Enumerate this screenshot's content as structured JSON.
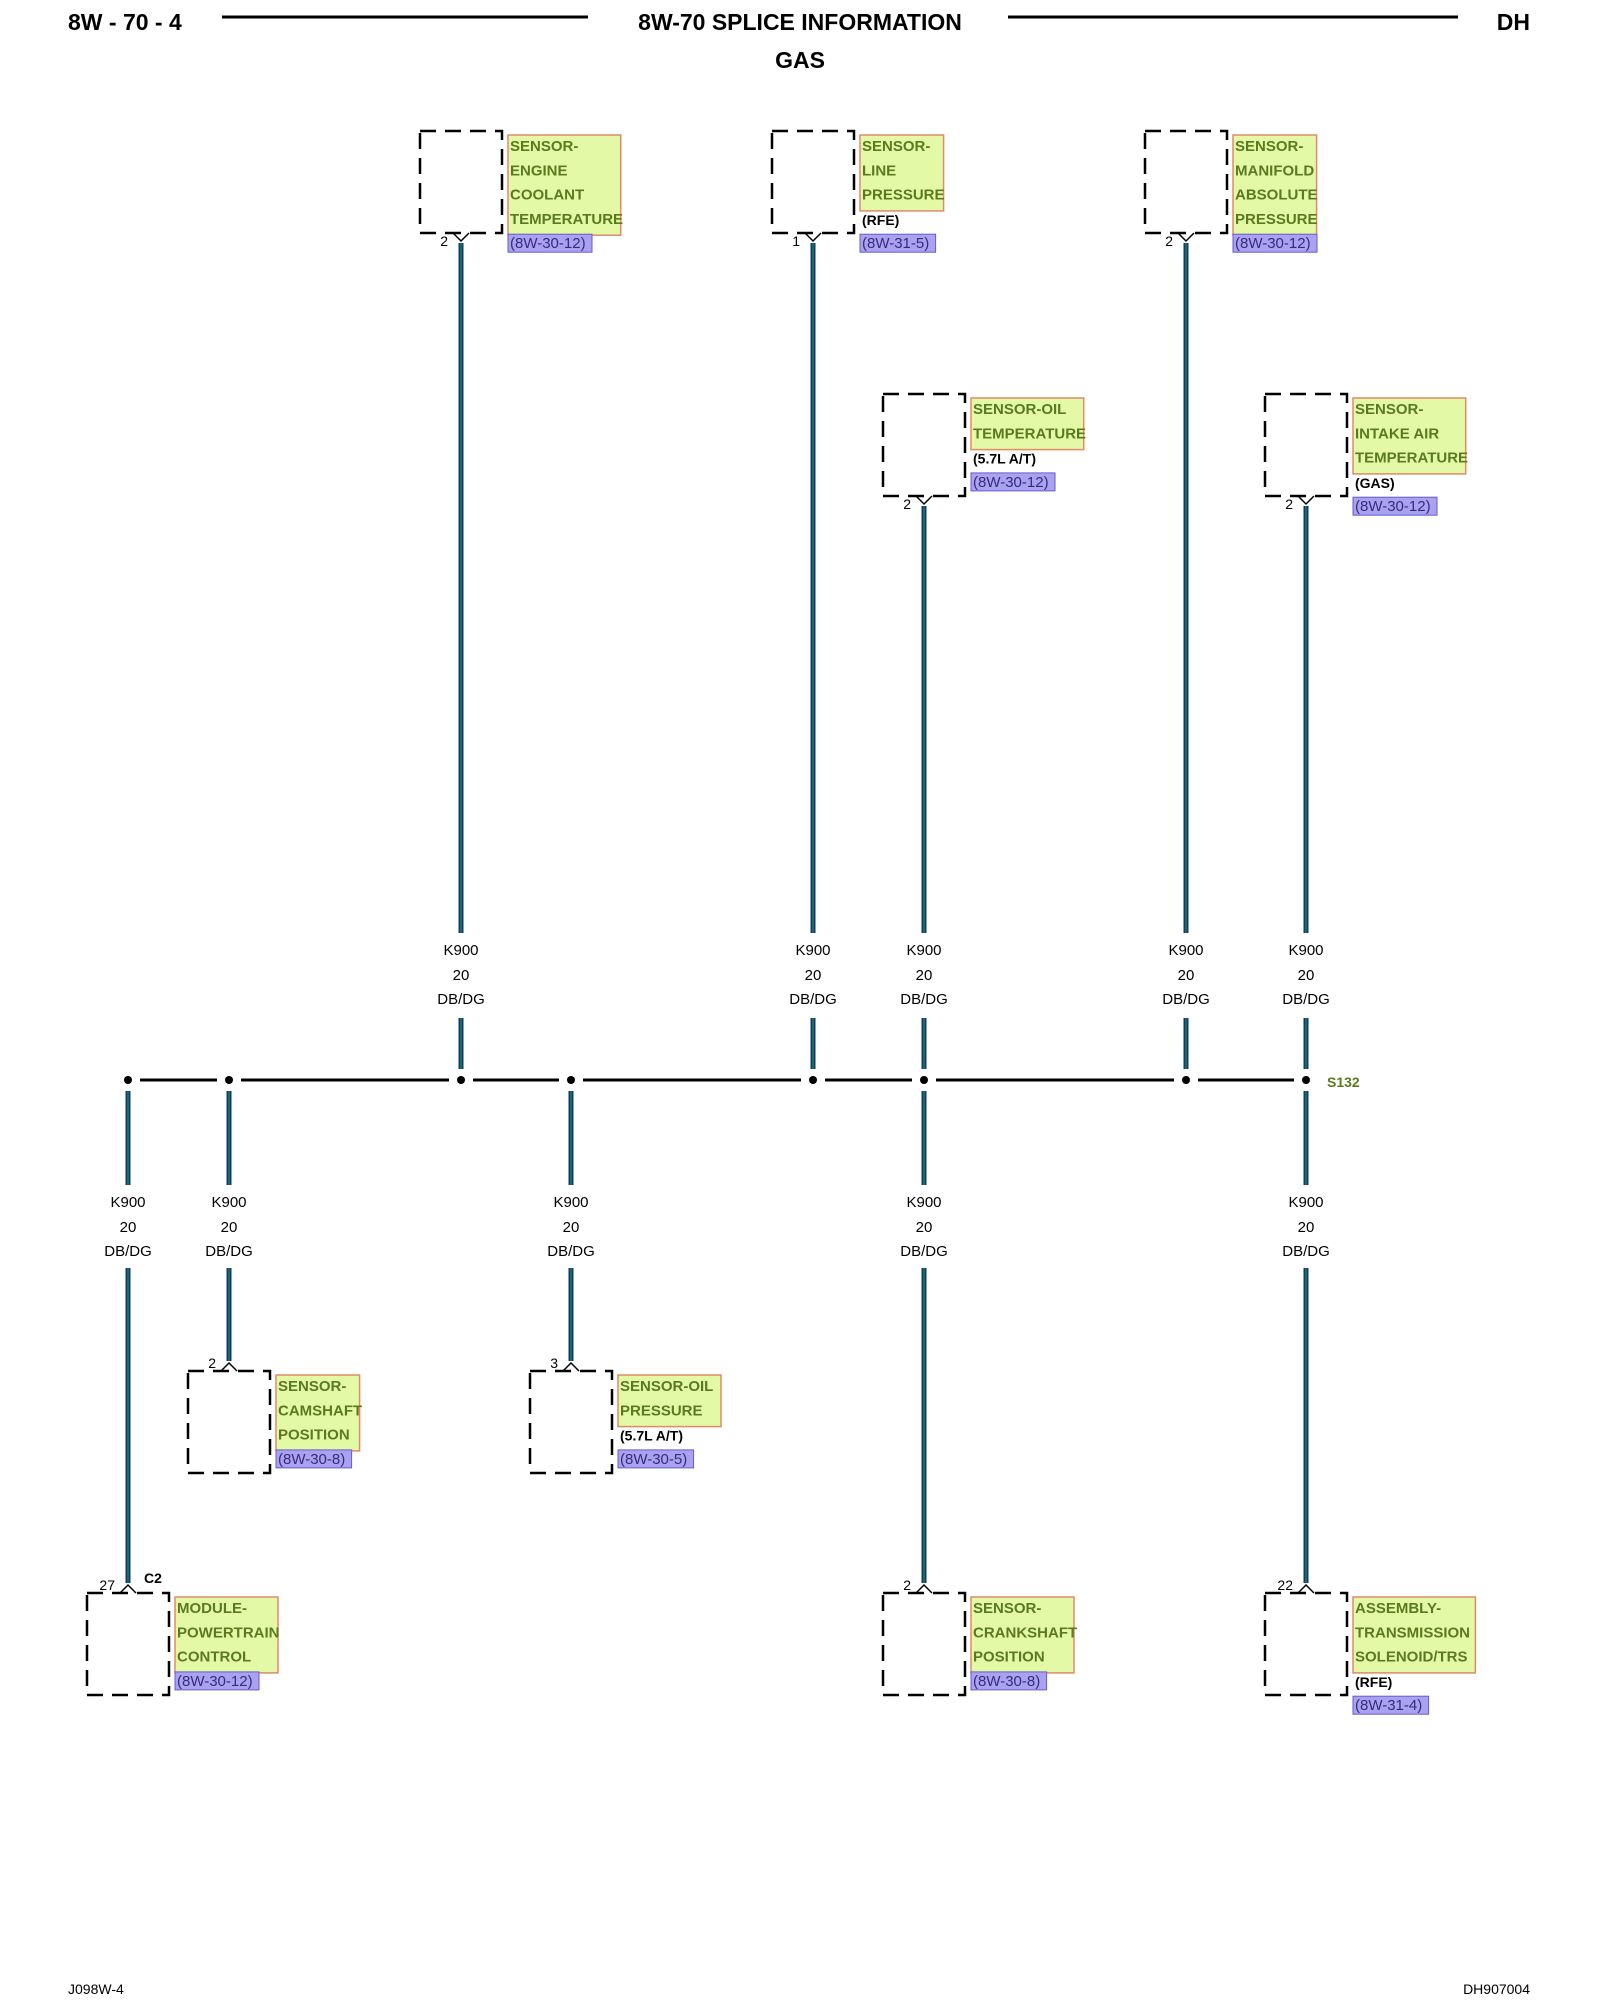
{
  "header": {
    "page_number": "8W - 70 - 4",
    "title": "8W-70 SPLICE INFORMATION",
    "subtitle": "GAS",
    "model": "DH"
  },
  "footer": {
    "left_code": "J098W-4",
    "right_code": "DH907004"
  },
  "splice": {
    "id": "S132"
  },
  "wire_label": {
    "circuit": "K900",
    "gauge": "20",
    "color": "DB/DG"
  },
  "colors": {
    "wire_primary": "#0d3a78",
    "wire_tracer": "#2d8a3a",
    "component_fill": "#e4f9a6",
    "component_border": "#e08a6a",
    "reference_fill": "#a8a2f0",
    "component_text": "#5a7a1e"
  },
  "components": [
    {
      "name": [
        "SENSOR-",
        "ENGINE",
        "COOLANT",
        "TEMPERATURE"
      ],
      "variant": "",
      "ref": "(8W-30-12)",
      "pin": "2",
      "connector": ""
    },
    {
      "name": [
        "SENSOR-",
        "LINE",
        "PRESSURE"
      ],
      "variant": "(RFE)",
      "ref": "(8W-31-5)",
      "pin": "1",
      "connector": ""
    },
    {
      "name": [
        "SENSOR-",
        "MANIFOLD",
        "ABSOLUTE",
        "PRESSURE"
      ],
      "variant": "",
      "ref": "(8W-30-12)",
      "pin": "2",
      "connector": ""
    },
    {
      "name": [
        "SENSOR-OIL",
        "TEMPERATURE"
      ],
      "variant": "(5.7L A/T)",
      "ref": "(8W-30-12)",
      "pin": "2",
      "connector": ""
    },
    {
      "name": [
        "SENSOR-",
        "INTAKE AIR",
        "TEMPERATURE"
      ],
      "variant": "(GAS)",
      "ref": "(8W-30-12)",
      "pin": "2",
      "connector": ""
    },
    {
      "name": [
        "SENSOR-",
        "CAMSHAFT",
        "POSITION"
      ],
      "variant": "",
      "ref": "(8W-30-8)",
      "pin": "2",
      "connector": ""
    },
    {
      "name": [
        "SENSOR-OIL",
        "PRESSURE"
      ],
      "variant": "(5.7L A/T)",
      "ref": "(8W-30-5)",
      "pin": "3",
      "connector": ""
    },
    {
      "name": [
        "MODULE-",
        "POWERTRAIN",
        "CONTROL"
      ],
      "variant": "",
      "ref": "(8W-30-12)",
      "pin": "27",
      "connector": "C2"
    },
    {
      "name": [
        "SENSOR-",
        "CRANKSHAFT",
        "POSITION"
      ],
      "variant": "",
      "ref": "(8W-30-8)",
      "pin": "2",
      "connector": ""
    },
    {
      "name": [
        "ASSEMBLY-",
        "TRANSMISSION",
        "SOLENOID/TRS"
      ],
      "variant": "(RFE)",
      "ref": "(8W-31-4)",
      "pin": "22",
      "connector": ""
    }
  ]
}
